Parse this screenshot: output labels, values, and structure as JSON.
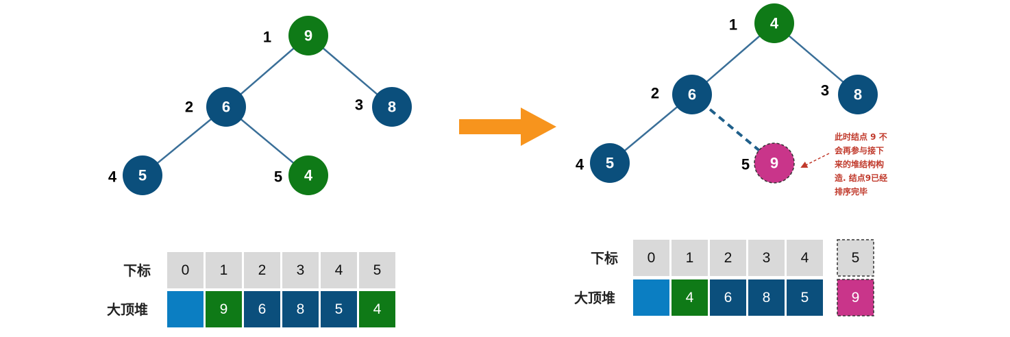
{
  "colors": {
    "blue": "#0b4f7c",
    "green": "#0f7a17",
    "magenta": "#c9358a",
    "light_blue": "#0b7ec2",
    "index_gray": "#d9d9d9",
    "arrow": "#f7941d",
    "note": "#c0392b"
  },
  "left_tree": {
    "nodes": [
      {
        "id": 1,
        "index_label": "1",
        "value": "9",
        "color": "green"
      },
      {
        "id": 2,
        "index_label": "2",
        "value": "6",
        "color": "blue"
      },
      {
        "id": 3,
        "index_label": "3",
        "value": "8",
        "color": "blue"
      },
      {
        "id": 4,
        "index_label": "4",
        "value": "5",
        "color": "blue"
      },
      {
        "id": 5,
        "index_label": "5",
        "value": "4",
        "color": "green"
      }
    ]
  },
  "right_tree": {
    "nodes": [
      {
        "id": 1,
        "index_label": "1",
        "value": "4",
        "color": "green"
      },
      {
        "id": 2,
        "index_label": "2",
        "value": "6",
        "color": "blue"
      },
      {
        "id": 3,
        "index_label": "3",
        "value": "8",
        "color": "blue"
      },
      {
        "id": 4,
        "index_label": "4",
        "value": "5",
        "color": "blue"
      },
      {
        "id": 5,
        "index_label": "5",
        "value": "9",
        "color": "magenta",
        "sorted": true
      }
    ],
    "note_lines": [
      "此时结点 9 不",
      "会再参与接下",
      "来的堆结构构",
      "造. 结点9已经",
      "排序完毕"
    ]
  },
  "left_array": {
    "index_label": "下标",
    "heap_label": "大顶堆",
    "indices": [
      "0",
      "1",
      "2",
      "3",
      "4",
      "5"
    ],
    "values": [
      {
        "text": "",
        "color": "light_blue"
      },
      {
        "text": "9",
        "color": "green"
      },
      {
        "text": "6",
        "color": "blue"
      },
      {
        "text": "8",
        "color": "blue"
      },
      {
        "text": "5",
        "color": "blue"
      },
      {
        "text": "4",
        "color": "green"
      }
    ]
  },
  "right_array": {
    "index_label": "下标",
    "heap_label": "大顶堆",
    "indices": [
      "0",
      "1",
      "2",
      "3",
      "4"
    ],
    "values": [
      {
        "text": "",
        "color": "light_blue"
      },
      {
        "text": "4",
        "color": "green"
      },
      {
        "text": "6",
        "color": "blue"
      },
      {
        "text": "8",
        "color": "blue"
      },
      {
        "text": "5",
        "color": "blue"
      }
    ],
    "sorted_index": "5",
    "sorted_value": {
      "text": "9",
      "color": "magenta"
    }
  }
}
